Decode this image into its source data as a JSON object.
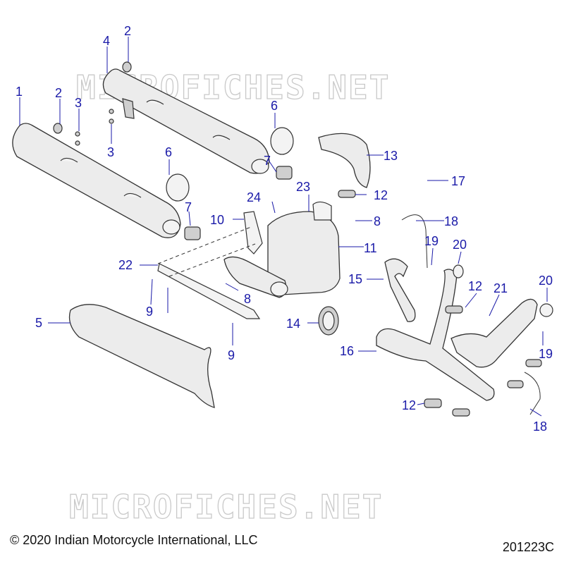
{
  "watermarks": [
    "MICROFICHES.NET",
    "MICROFICHES.NET"
  ],
  "callouts": [
    "1",
    "2",
    "2",
    "3",
    "3",
    "4",
    "5",
    "6",
    "6",
    "7",
    "7",
    "8",
    "8",
    "9",
    "9",
    "10",
    "11",
    "12",
    "12",
    "12",
    "13",
    "14",
    "15",
    "16",
    "17",
    "18",
    "18",
    "19",
    "19",
    "20",
    "20",
    "21",
    "22",
    "23",
    "24"
  ],
  "footer": {
    "copyright": "© 2020 Indian Motorcycle International, LLC",
    "figure_id": "201223C"
  }
}
